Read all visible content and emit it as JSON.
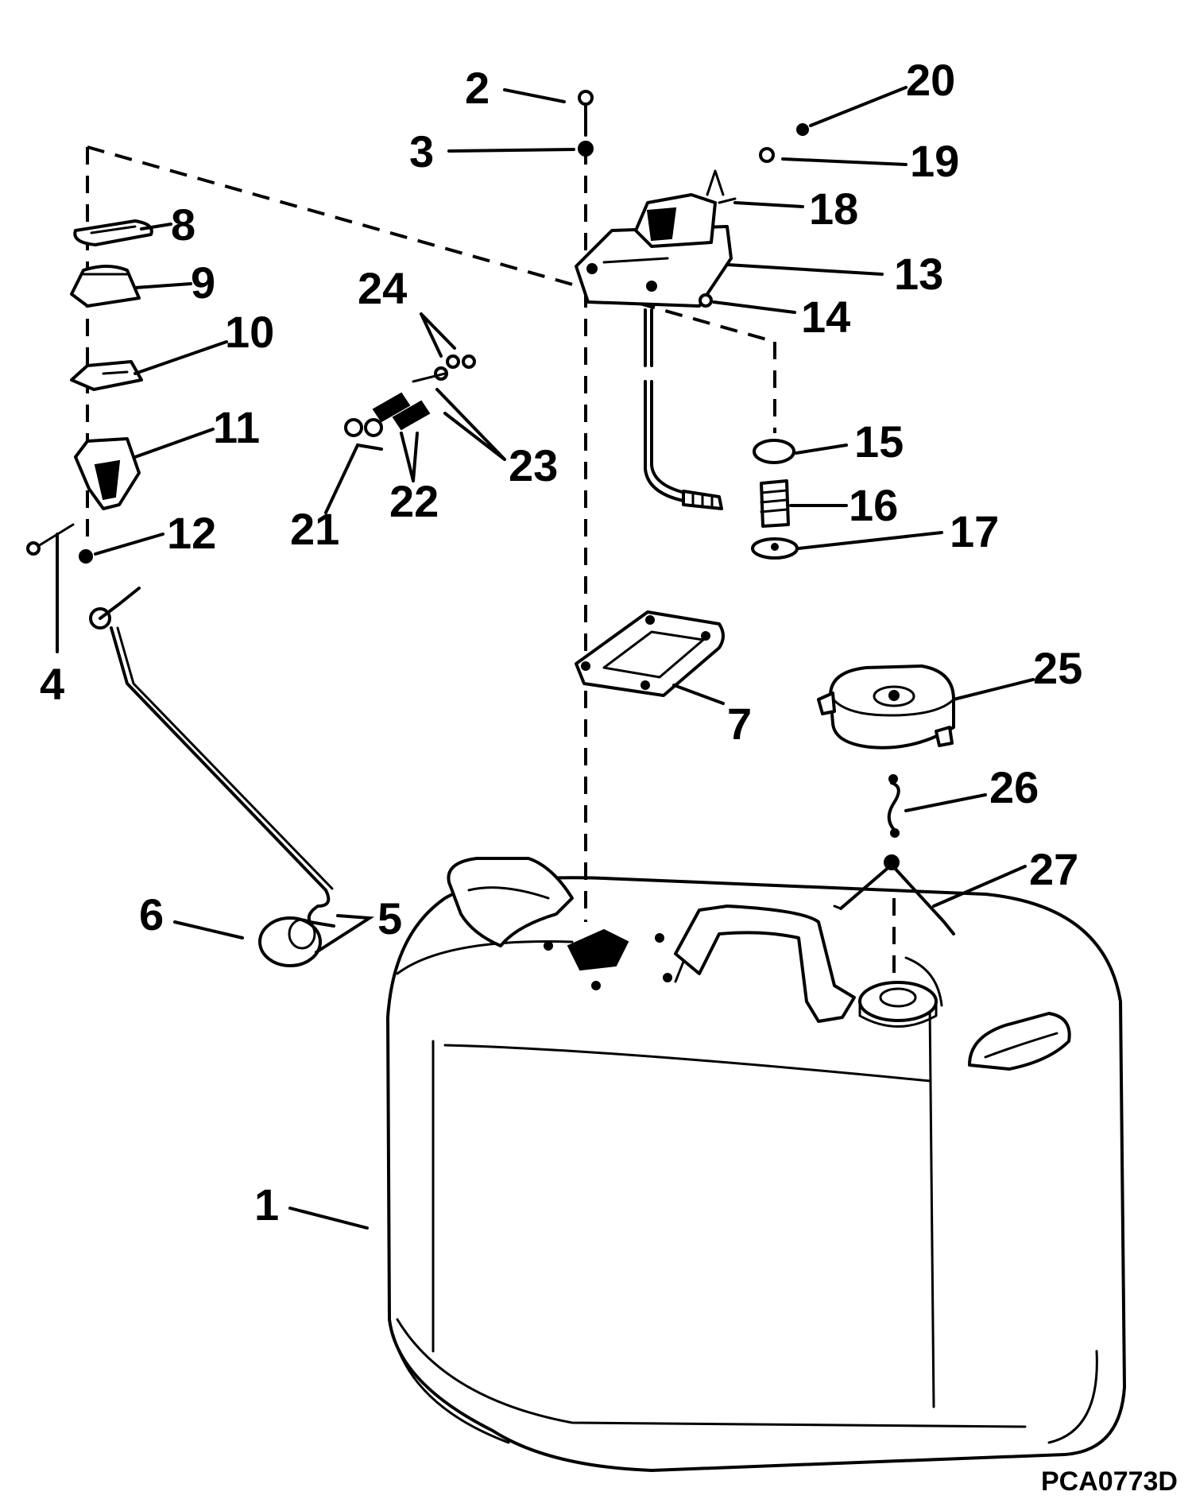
{
  "drawing_code": "PCA0773D",
  "callouts": [
    "1",
    "2",
    "3",
    "4",
    "5",
    "6",
    "7",
    "8",
    "9",
    "10",
    "11",
    "12",
    "13",
    "14",
    "15",
    "16",
    "17",
    "18",
    "19",
    "20",
    "21",
    "22",
    "23",
    "24",
    "25",
    "26",
    "27"
  ],
  "colors": {
    "ink": "#000000",
    "paper": "#ffffff"
  }
}
